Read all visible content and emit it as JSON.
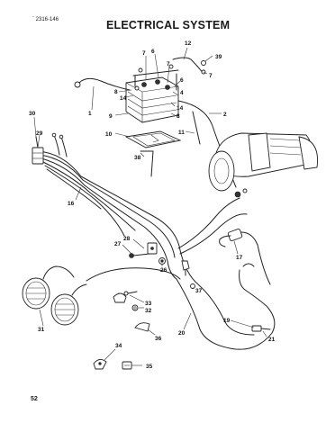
{
  "header": {
    "ref": "` 2316-146",
    "title": "ELECTRICAL SYSTEM"
  },
  "footer": {
    "page_number": "52"
  },
  "callouts": {
    "c12": "12",
    "c39": "39",
    "c7a": "7",
    "c6a": "6",
    "c7b": "7",
    "c7c": "7",
    "c6b": "6",
    "c4": "4",
    "c8a": "8",
    "c14a": "14",
    "c14b": "14",
    "c8b": "8",
    "c9": "9",
    "c1": "1",
    "c2": "2",
    "c11": "11",
    "c10": "10",
    "c30": "30",
    "c29": "29",
    "c38": "38",
    "c16": "16",
    "c28": "28",
    "c27": "27",
    "c26": "26",
    "c17": "17",
    "c37": "37",
    "c33": "33",
    "c32": "32",
    "c36": "36",
    "c31": "31",
    "c20": "20",
    "c19": "19",
    "c21": "21",
    "c34": "34",
    "c35": "35"
  }
}
